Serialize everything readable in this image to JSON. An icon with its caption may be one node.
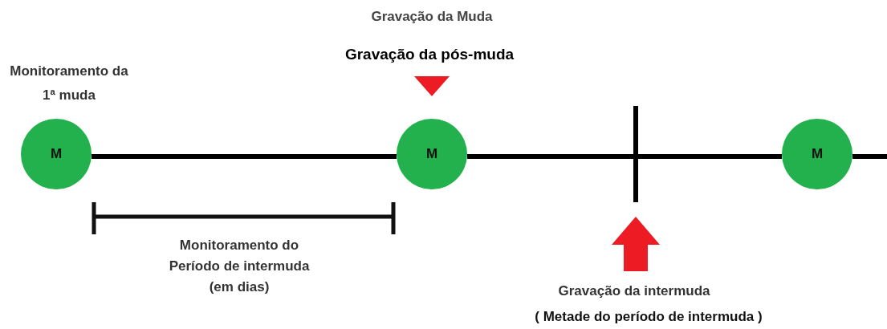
{
  "diagram": {
    "nodes": [
      {
        "text": [
          "M"
        ]
      },
      {
        "text": [
          "M"
        ]
      },
      {
        "text": [
          "M"
        ]
      }
    ],
    "edges": [
      {
        "from": 0,
        "to": 1,
        "arrow": "none"
      },
      {
        "from": 1,
        "to": 2,
        "arrow": "none"
      },
      {
        "from": 2,
        "to": null,
        "arrow": "none"
      }
    ],
    "labels": [
      "Gravação da Muda",
      "Gravação da pós-muda",
      "Monitoramento da 1ª muda",
      "Monitoramento do Período de intermuda (em dias)",
      "Gravação da intermuda",
      "( Metade do período de intermuda )"
    ]
  }
}
